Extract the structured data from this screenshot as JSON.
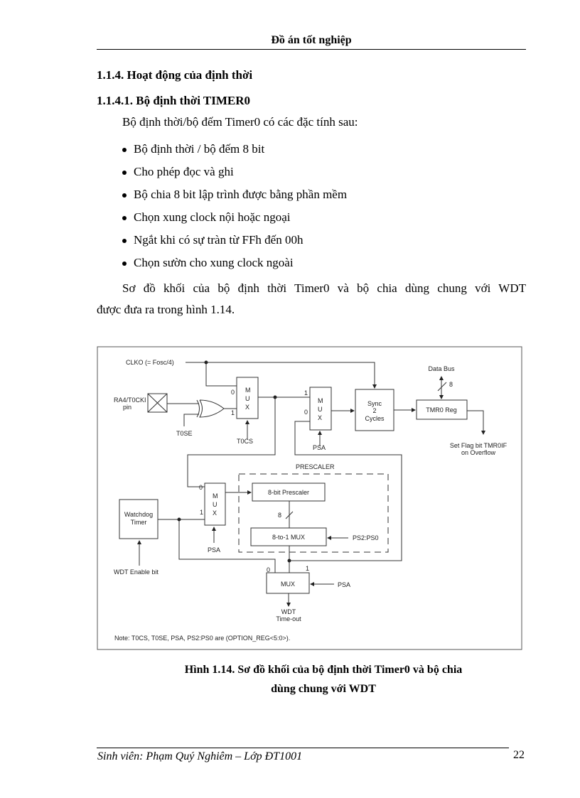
{
  "header": {
    "title": "Đồ án tốt nghiệp"
  },
  "section": {
    "heading": "1.1.4. Hoạt động của định thời",
    "subheading": "1.1.4.1. Bộ định thời TIMER0",
    "intro": "Bộ định thời/bộ đếm Timer0 có các đặc tính sau:",
    "bullets": [
      "Bộ định thời / bộ đếm 8 bit",
      "Cho phép đọc và ghi",
      "Bộ chia 8 bit lập trình được bằng phần mềm",
      "Chọn xung clock nội hoặc ngoại",
      "Ngắt khi có sự tràn từ FFh đến 00h",
      "Chọn sườn cho xung clock ngoài"
    ],
    "para_line1": "Sơ đồ khối của bộ định thời Timer0 và bộ chia dùng chung với WDT",
    "para_line2": "được đưa ra trong hình 1.14."
  },
  "diagram": {
    "clko": "CLKO (= Fosc/4)",
    "pin_line1": "RA4/T0CKI",
    "pin_line2": "pin",
    "t0se": "T0SE",
    "t0cs": "T0CS",
    "mux_m": "M",
    "mux_u": "U",
    "mux_x": "X",
    "in0": "0",
    "in1": "1",
    "psa": "PSA",
    "sync_line1": "Sync",
    "sync_line2": "2",
    "sync_line3": "Cycles",
    "tmr0": "TMR0 Reg",
    "data_bus": "Data Bus",
    "bus_width": "8",
    "flag_line1": "Set Flag bit TMR0IF",
    "flag_line2": "on Overflow",
    "prescaler_label": "PRESCALER",
    "prescaler": "8-bit Prescaler",
    "mux8": "8-to-1 MUX",
    "ps": "PS2:PS0",
    "wdt_line1": "Watchdog",
    "wdt_line2": "Timer",
    "wdt_enable": "WDT Enable bit",
    "mux": "MUX",
    "timeout_line1": "WDT",
    "timeout_line2": "Time-out",
    "note": "Note: T0CS, T0SE, PSA, PS2:PS0 are (OPTION_REG<5:0>)."
  },
  "caption": {
    "line1": "Hình 1.14. Sơ đồ khối của bộ định thời Timer0 và bộ chia",
    "line2": "dùng chung với WDT"
  },
  "footer": {
    "author": "Sinh viên: Phạm Quý Nghiêm – Lớp ĐT1001",
    "page": "22"
  }
}
